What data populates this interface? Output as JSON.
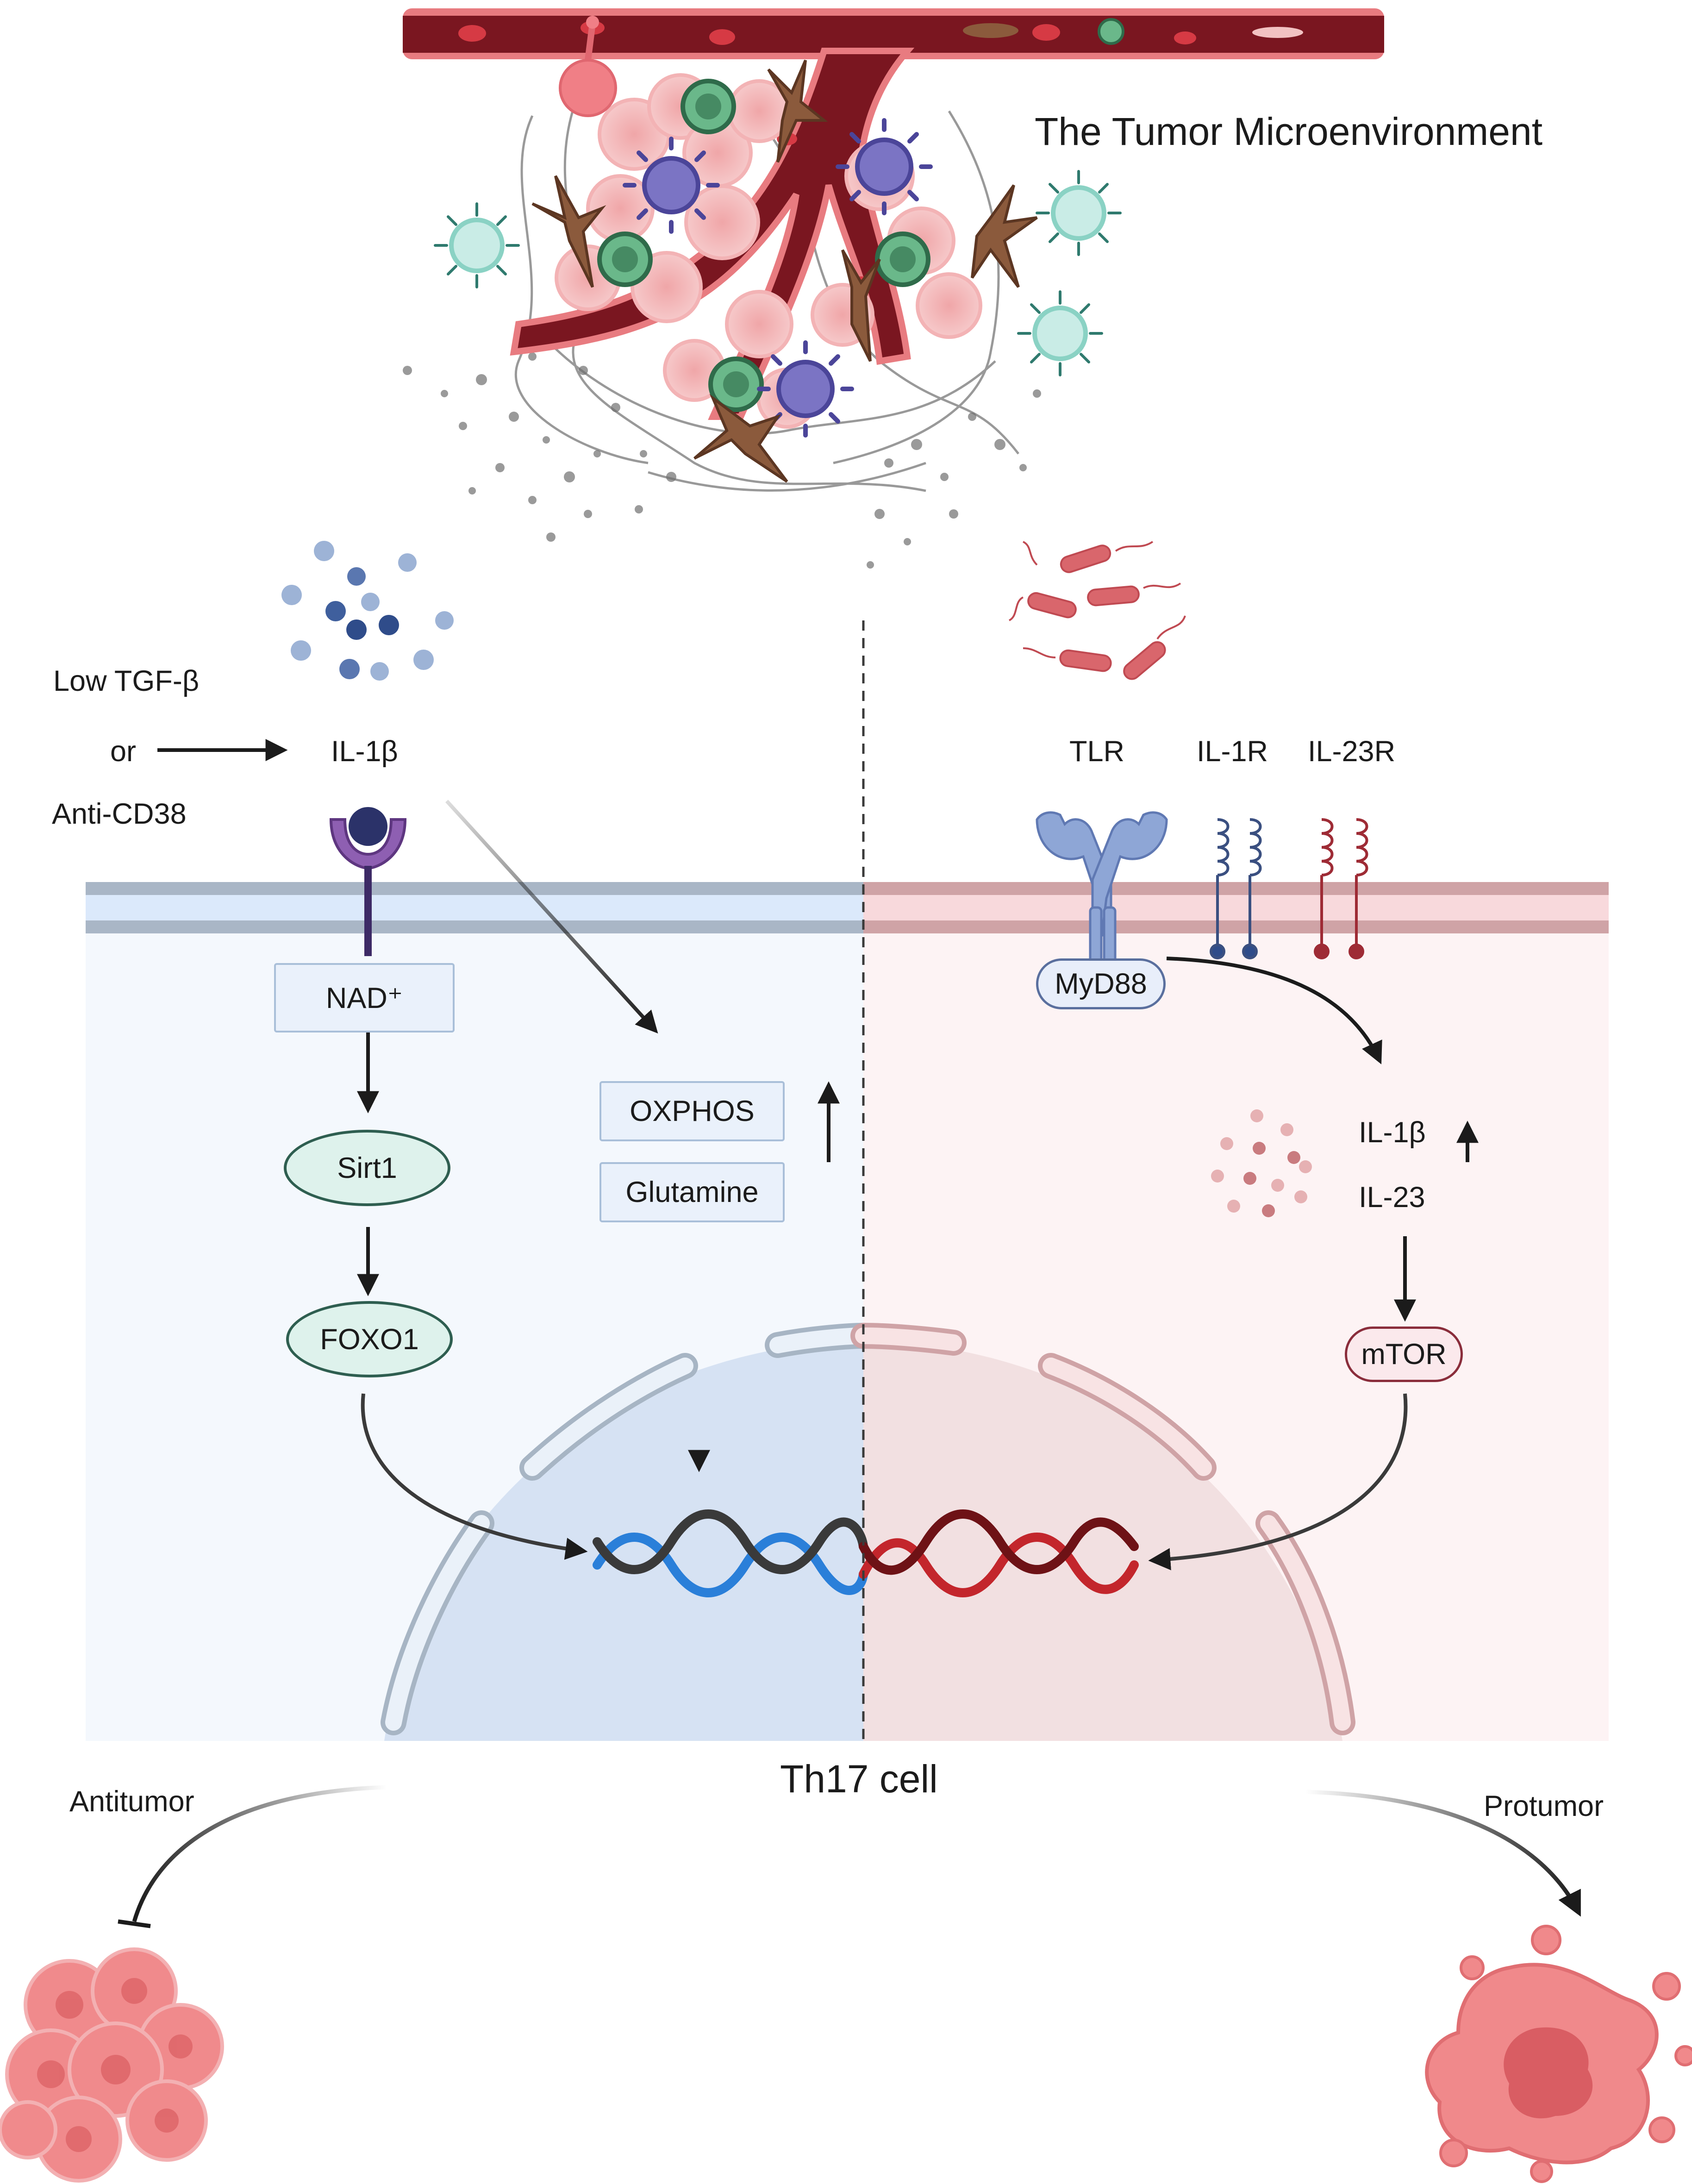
{
  "title": "The Tumor Microenvironment",
  "cell_label": "Th17 cell",
  "left": {
    "low_tgf": "Low TGF-β",
    "or": "or",
    "anti_cd38": "Anti-CD38",
    "il1b": "IL-1β",
    "nad": "NAD⁺",
    "sirt1": "Sirt1",
    "foxo1": "FOXO1",
    "oxphos": "OXPHOS",
    "glutamine": "Glutamine",
    "outcome": "Antitumor"
  },
  "right": {
    "tlr": "TLR",
    "il1r": "IL-1R",
    "il23r": "IL-23R",
    "myd88": "MyD88",
    "il1b": "IL-1β",
    "il23": "IL-23",
    "mtor": "mTOR",
    "outcome": "Protumor"
  },
  "colors": {
    "vessel": "#7a1620",
    "vessel_edge": "#e87b80",
    "left_cytoplasm": "#f4f8fd",
    "left_nucleus": "#d6e2f3",
    "right_cytoplasm": "#fdf3f4",
    "right_nucleus": "#f2e0e1",
    "dna_blue": "#2a7fd9",
    "dna_red": "#c3262c",
    "dna_dark": "#3a3a3a",
    "tumor": "#ef8f8f"
  }
}
